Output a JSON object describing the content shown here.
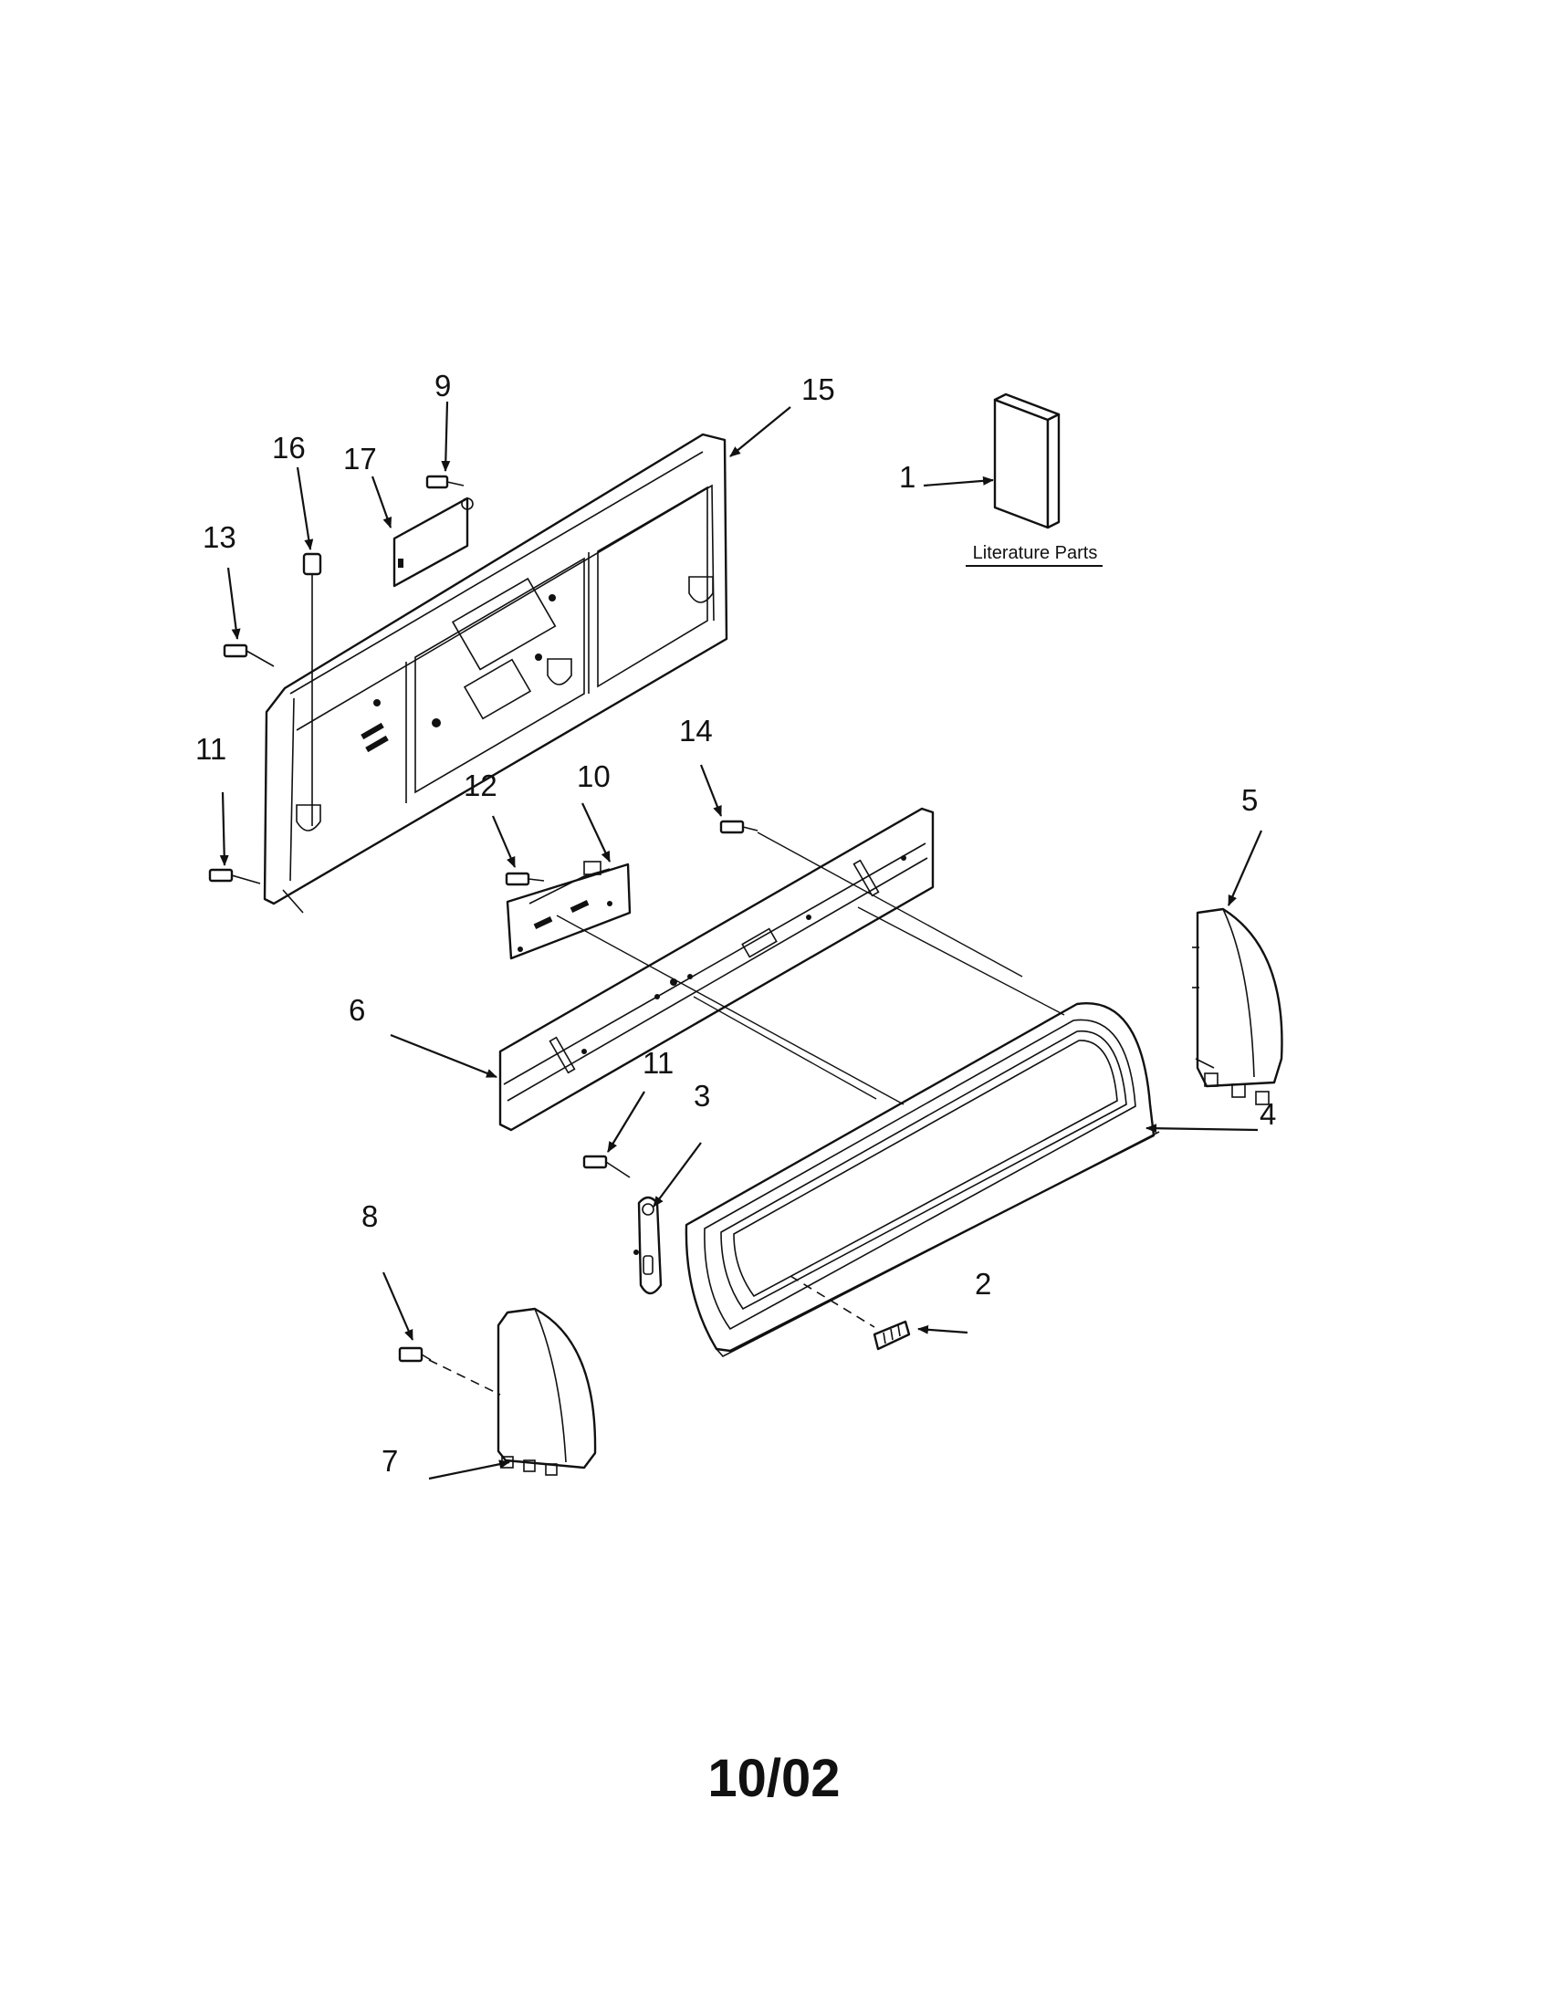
{
  "callouts": [
    "1",
    "2",
    "3",
    "4",
    "5",
    "6",
    "7",
    "8",
    "9",
    "10",
    "11",
    "11",
    "12",
    "13",
    "14",
    "15",
    "16",
    "17"
  ],
  "literature_label": "Literature Parts",
  "footer_date": "10/02"
}
